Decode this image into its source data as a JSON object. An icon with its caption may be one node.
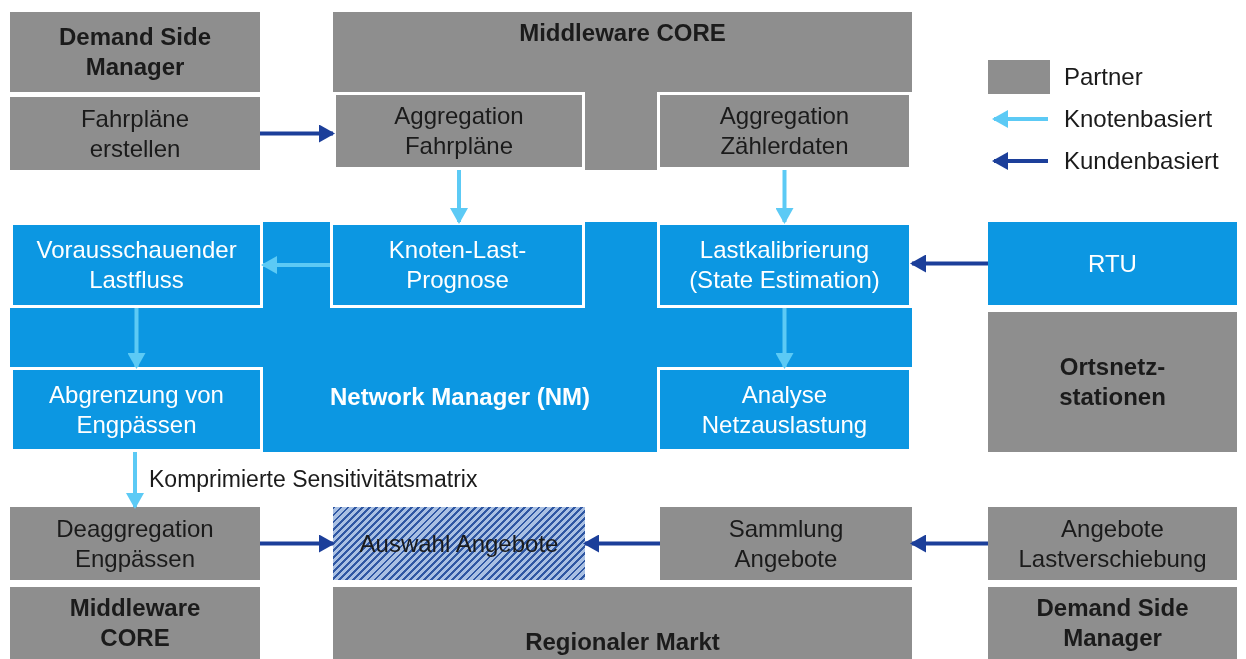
{
  "diagram": {
    "nodes": [
      {
        "text": [
          "Demand Side Manager"
        ]
      },
      {
        "text": [
          "Middleware CORE"
        ]
      },
      {
        "text": [
          "Fahrpläne erstellen"
        ]
      },
      {
        "text": [
          "Aggregation Fahrpläne"
        ],
        "in": 1
      },
      {
        "text": [
          "Aggregation Zählerdaten"
        ],
        "in": 1
      },
      {
        "text": [
          "Network Manager (NM)"
        ]
      },
      {
        "text": [
          "Vorausschauender Lastfluss"
        ],
        "in": 5
      },
      {
        "text": [
          "Knoten-Last-Prognose"
        ],
        "in": 5
      },
      {
        "text": [
          "Lastkalibrierung (State Estimation)"
        ],
        "in": 5
      },
      {
        "text": [
          "RTU"
        ]
      },
      {
        "text": [
          "Ortsnetz-stationen"
        ]
      },
      {
        "text": [
          "Abgrenzung von Engpässen"
        ],
        "in": 5
      },
      {
        "text": [
          "Analyse Netzauslastung"
        ],
        "in": 5
      },
      {
        "text": [
          "Deaggregation Engpässen"
        ]
      },
      {
        "text": [
          "Auswahl Angebote"
        ]
      },
      {
        "text": [
          "Sammlung Angebote"
        ]
      },
      {
        "text": [
          "Angebote Lastverschiebung"
        ]
      },
      {
        "text": [
          "Middleware CORE"
        ]
      },
      {
        "text": [
          "Regionaler Markt"
        ]
      },
      {
        "text": [
          "Demand Side Manager"
        ]
      }
    ],
    "edges": [
      {
        "from": 2,
        "to": 3,
        "arrow": "to",
        "color": "#1c3f9a"
      },
      {
        "from": 3,
        "to": 7,
        "arrow": "to"
      },
      {
        "from": 4,
        "to": 8,
        "arrow": "to"
      },
      {
        "from": 9,
        "to": 8,
        "arrow": "to",
        "color": "#1c3f9a"
      },
      {
        "from": 7,
        "to": 6,
        "arrow": "to"
      },
      {
        "from": 6,
        "to": 11,
        "arrow": "to"
      },
      {
        "from": 8,
        "to": 12,
        "arrow": "to"
      },
      {
        "from": 11,
        "to": 13,
        "arrow": "to",
        "label": "Komprimierte Sensitivitätsmatrix"
      },
      {
        "from": 13,
        "to": 14,
        "arrow": "to",
        "color": "#1c3f9a"
      },
      {
        "from": 15,
        "to": 14,
        "arrow": "to",
        "color": "#1c3f9a"
      },
      {
        "from": 16,
        "to": 15,
        "arrow": "to",
        "color": "#1c3f9a"
      }
    ],
    "legend": [
      {
        "text": "Partner",
        "color": "#8e8e8e"
      },
      {
        "text": "Knotenbasiert"
      },
      {
        "text": "Kundenbasiert"
      }
    ]
  }
}
